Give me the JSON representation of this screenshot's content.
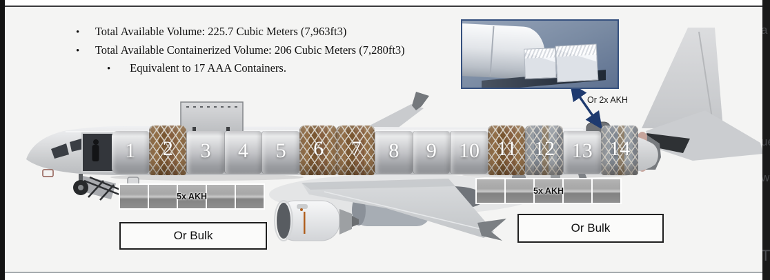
{
  "window": {
    "edge_partial_letters": [
      "a",
      "ue",
      "w",
      "T"
    ]
  },
  "bullets": [
    {
      "level": 1,
      "text": "Total Available Volume: 225.7 Cubic Meters (7,963ft3)"
    },
    {
      "level": 1,
      "text": "Total Available Containerized Volume: 206 Cubic Meters (7,280ft3)"
    },
    {
      "level": 2,
      "text": "Equivalent to 17 AAA Containers."
    }
  ],
  "diagram": {
    "cargo_positions": [
      {
        "number": "1",
        "type": "plain"
      },
      {
        "number": "2",
        "type": "netted-brown"
      },
      {
        "number": "3",
        "type": "plain"
      },
      {
        "number": "4",
        "type": "plain"
      },
      {
        "number": "5",
        "type": "plain"
      },
      {
        "number": "6",
        "type": "netted-brown"
      },
      {
        "number": "7",
        "type": "netted-brown"
      },
      {
        "number": "8",
        "type": "plain"
      },
      {
        "number": "9",
        "type": "plain"
      },
      {
        "number": "10",
        "type": "plain"
      },
      {
        "number": "11",
        "type": "netted-brown"
      },
      {
        "number": "12",
        "type": "netted-gray"
      },
      {
        "number": "13",
        "type": "plain"
      },
      {
        "number": "14",
        "type": "netted-gray"
      }
    ],
    "inset_callout_label": "Or 2x AKH",
    "forward_strip": {
      "label": "5x AKH",
      "cells": 5
    },
    "aft_strip": {
      "label": "5x AKH",
      "cells": 5
    },
    "forward_bulk_label": "Or Bulk",
    "aft_bulk_label": "Or Bulk"
  },
  "colors": {
    "page_background": "#f4f4f3",
    "callout_navy": "#1e3a6f",
    "inset_border": "#35507e",
    "net_cargo_brown": "#7a5732",
    "fuselage_gray": "#d6d7d9",
    "text": "#101010"
  }
}
